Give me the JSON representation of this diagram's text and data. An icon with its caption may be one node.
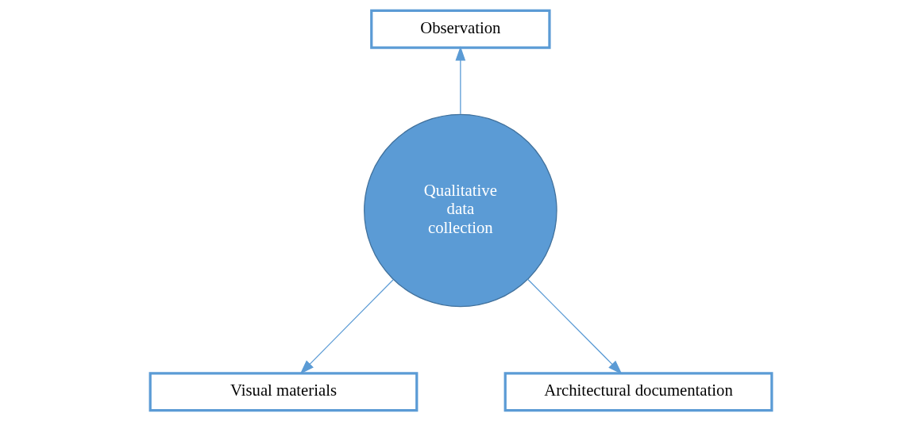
{
  "diagram": {
    "nodes": [
      {
        "text": [
          "Qualitative data collection"
        ]
      },
      {
        "text": [
          "Observation"
        ]
      },
      {
        "text": [
          "Visual materials"
        ]
      },
      {
        "text": [
          "Architectural documentation"
        ]
      }
    ],
    "edges": [
      {
        "from": 0,
        "to": 1,
        "arrow": "to"
      },
      {
        "from": 0,
        "to": 2,
        "arrow": "to"
      },
      {
        "from": 0,
        "to": 3,
        "arrow": "to"
      }
    ]
  }
}
